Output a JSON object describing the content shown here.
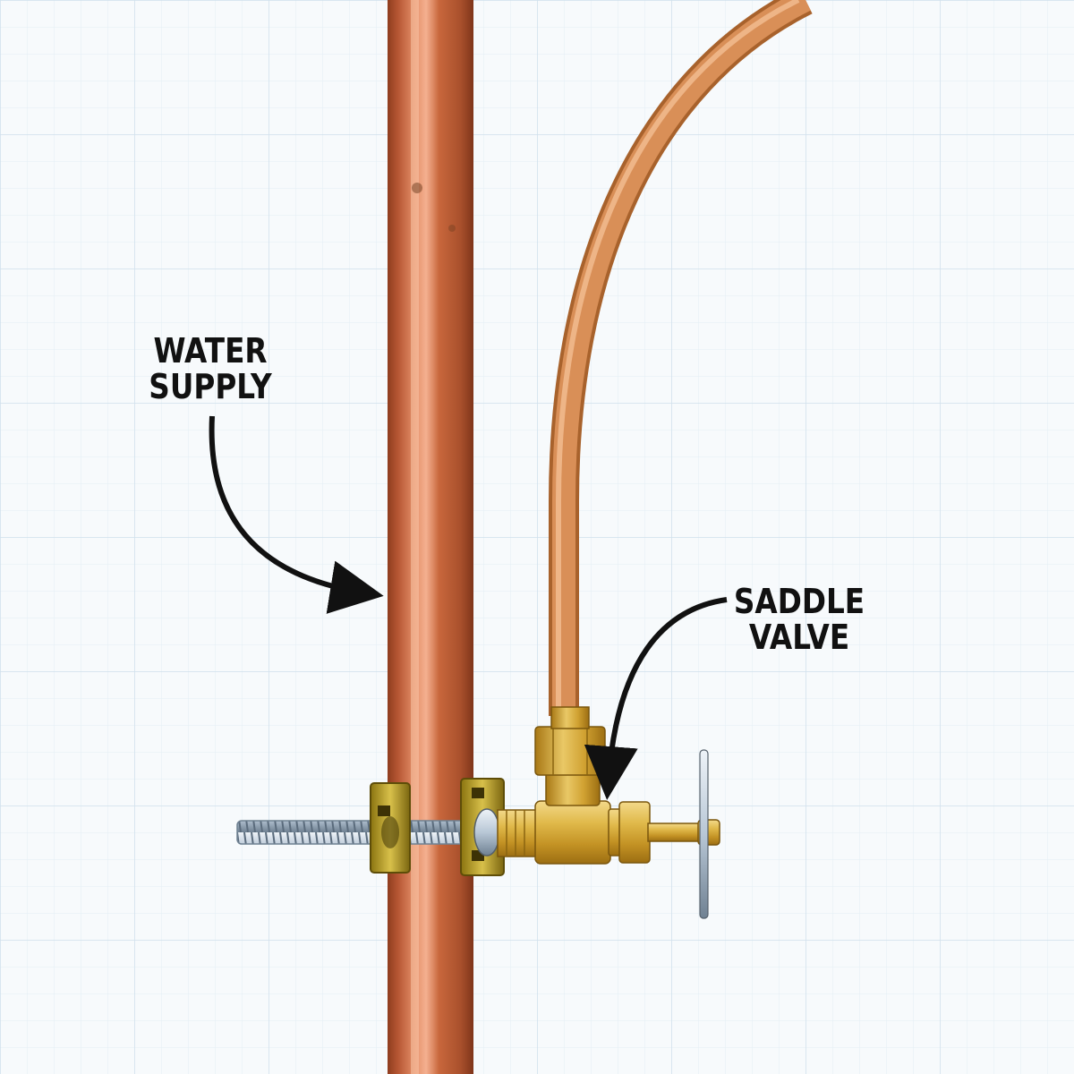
{
  "labels": {
    "water_supply": {
      "line1": "WATER",
      "line2": "SUPPLY"
    },
    "saddle_valve": {
      "line1": "SADDLE",
      "line2": "VALVE"
    }
  },
  "colors": {
    "background": "#f7fafc",
    "grid_minor": "#e3eef5",
    "grid_major": "#cfe0ec",
    "copper_pipe": "#c8673c",
    "copper_tube": "#d98f57",
    "brass": "#d4a631",
    "bolt_steel": "#b8c7d6",
    "label_text": "#111111"
  },
  "icons": [
    "copper-pipe",
    "copper-tube",
    "saddle-clamp",
    "compression-nut",
    "valve-body",
    "valve-handle",
    "carriage-bolt",
    "arrow"
  ]
}
